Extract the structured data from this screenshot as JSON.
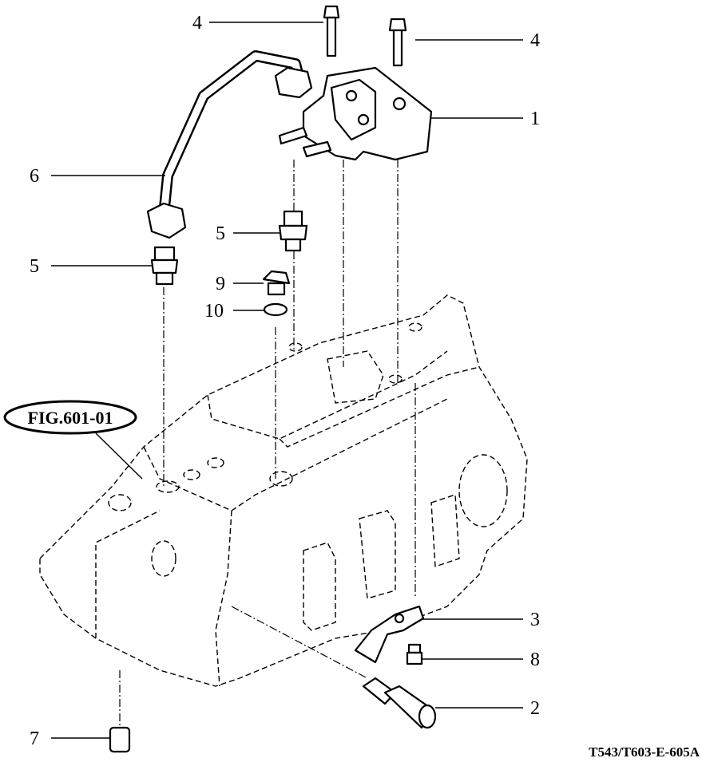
{
  "diagram": {
    "figure_reference": "FIG.601-01",
    "drawing_code": "T543/T603-E-605A",
    "callouts": {
      "bolt_top_left": "4",
      "bolt_top_right": "4",
      "valve_block": "1",
      "pipe": "6",
      "fitting_center": "5",
      "fitting_left": "5",
      "plug": "9",
      "o_ring": "10",
      "bracket": "3",
      "bolt_bracket": "8",
      "sensor": "2",
      "drain_plug": "7"
    }
  }
}
